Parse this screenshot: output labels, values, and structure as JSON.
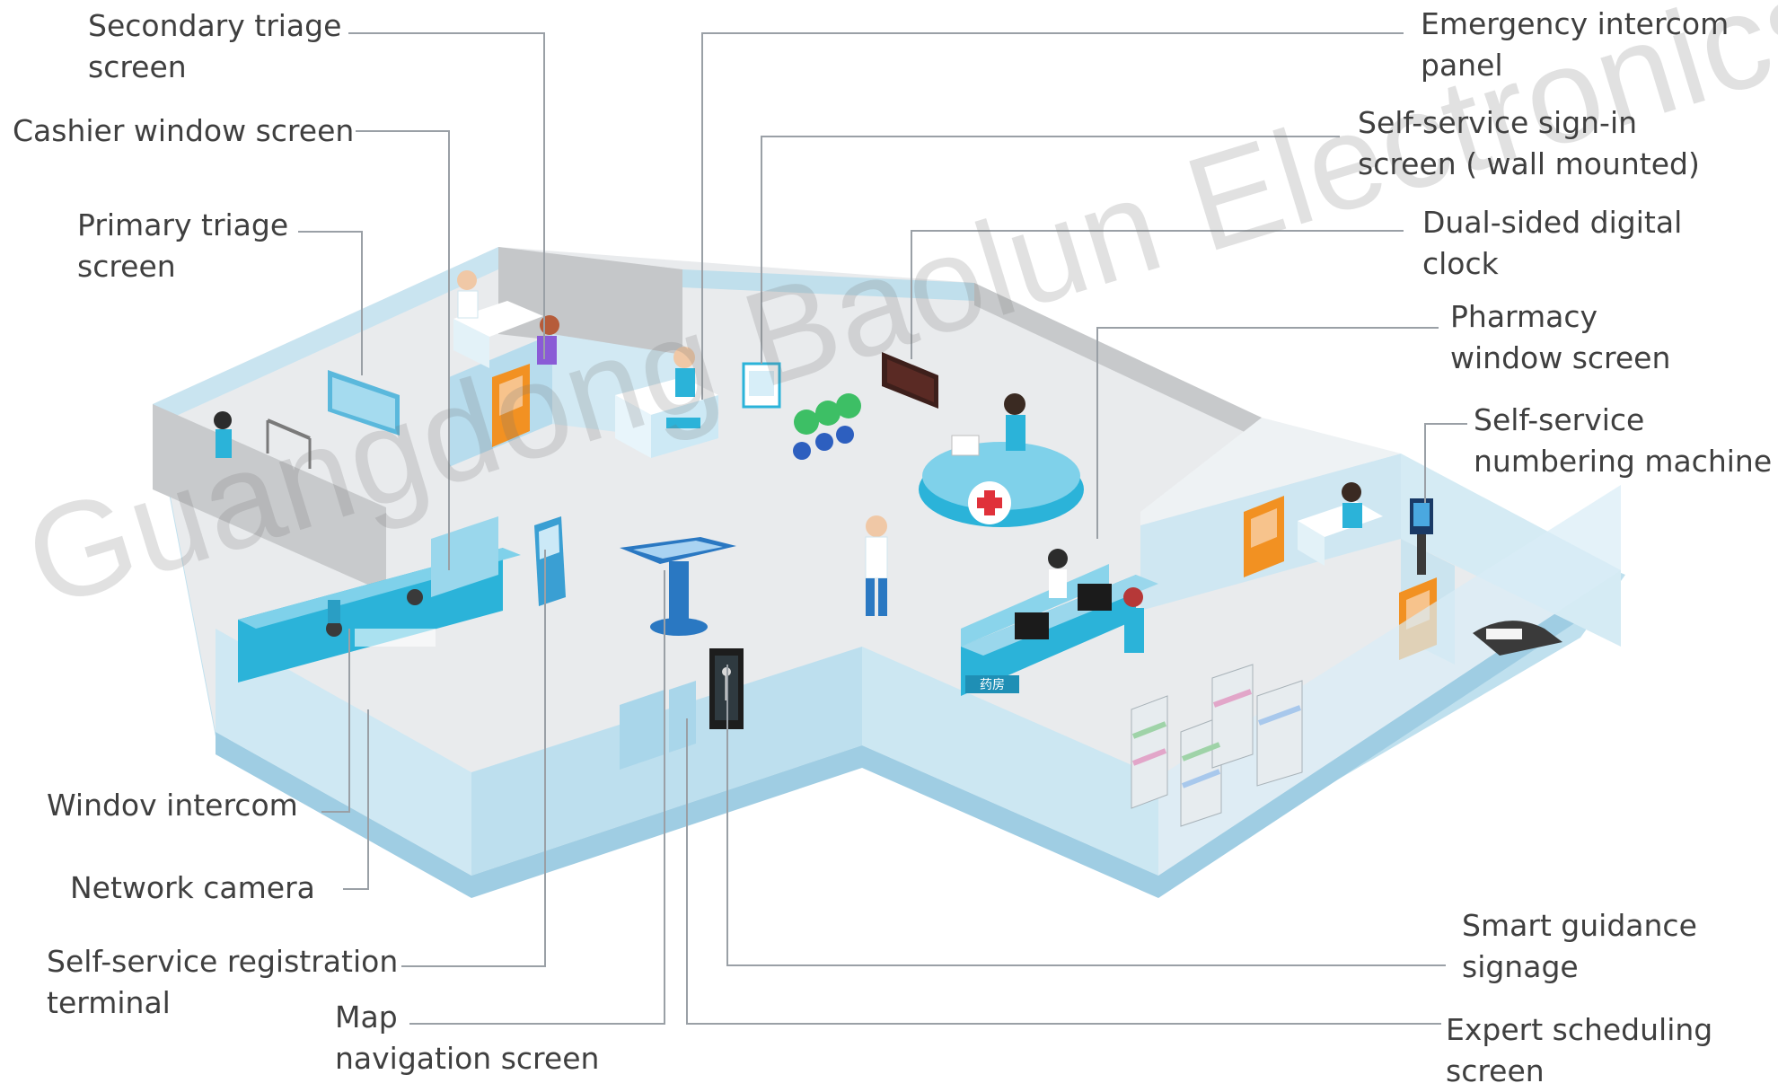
{
  "watermark": "Guangdong Baolun Electronics Co., Ltd",
  "labels": {
    "secondary_triage": [
      "Secondary triage",
      "screen"
    ],
    "cashier_window": [
      "Cashier window screen"
    ],
    "primary_triage": [
      "Primary  triage",
      "screen"
    ],
    "window_intercom": [
      "Windov  intercom"
    ],
    "network_camera": [
      "Network camera"
    ],
    "self_service_registration": [
      "Self-service registration",
      "terminal"
    ],
    "map_navigation": [
      "Map",
      "navigation screen"
    ],
    "emergency_intercom": [
      "Emergency intercom",
      "panel"
    ],
    "self_service_signin": [
      "Self-service sign-in",
      "screen ( wall mounted)"
    ],
    "dual_sided_clock": [
      "Dual-sided digital",
      "clock"
    ],
    "pharmacy_window": [
      "Pharmacy",
      "window screen"
    ],
    "self_service_numbering": [
      "Self-service",
      "numbering machine"
    ],
    "smart_guidance": [
      "Smart guidance",
      "signage"
    ],
    "expert_scheduling": [
      "Expert scheduling",
      "screen"
    ]
  },
  "pharmacy_sign_text": "药房",
  "colors": {
    "floor": "#e9ebed",
    "wall_light": "#cfe6f1",
    "wall_mid": "#a9d6ea",
    "wall_grey": "#c7c9cb",
    "counter_teal": "#2bb3d9",
    "door_orange": "#f29122",
    "label_text": "#3f3f3f",
    "leader_line": "#9aa0a6"
  }
}
